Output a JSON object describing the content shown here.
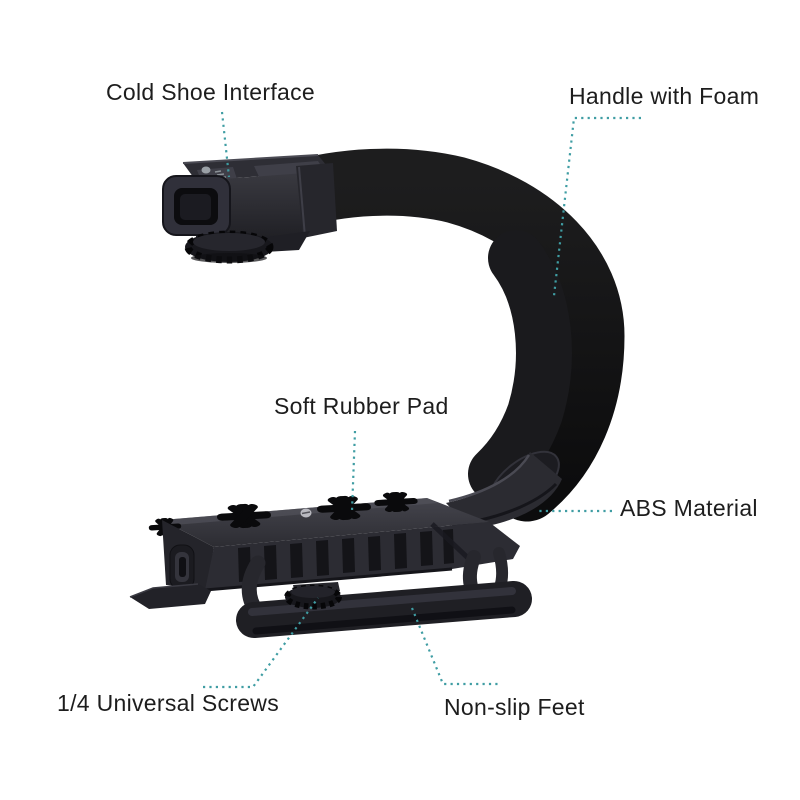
{
  "annotations": [
    {
      "id": "cold-shoe-interface",
      "label": "Cold Shoe Interface"
    },
    {
      "id": "handle-with-foam",
      "label": "Handle with Foam"
    },
    {
      "id": "soft-rubber-pad",
      "label": "Soft Rubber Pad"
    },
    {
      "id": "abs-material",
      "label": "ABS Material"
    },
    {
      "id": "universal-screws",
      "label": "1/4 Universal Screws"
    },
    {
      "id": "non-slip-feet",
      "label": "Non-slip Feet"
    }
  ],
  "colors": {
    "background": "#ffffff",
    "callout_line": "#3f9da3",
    "label_text": "#1d1d1d",
    "foam_black": "#111113",
    "plastic_gray": "#2b2b31"
  }
}
